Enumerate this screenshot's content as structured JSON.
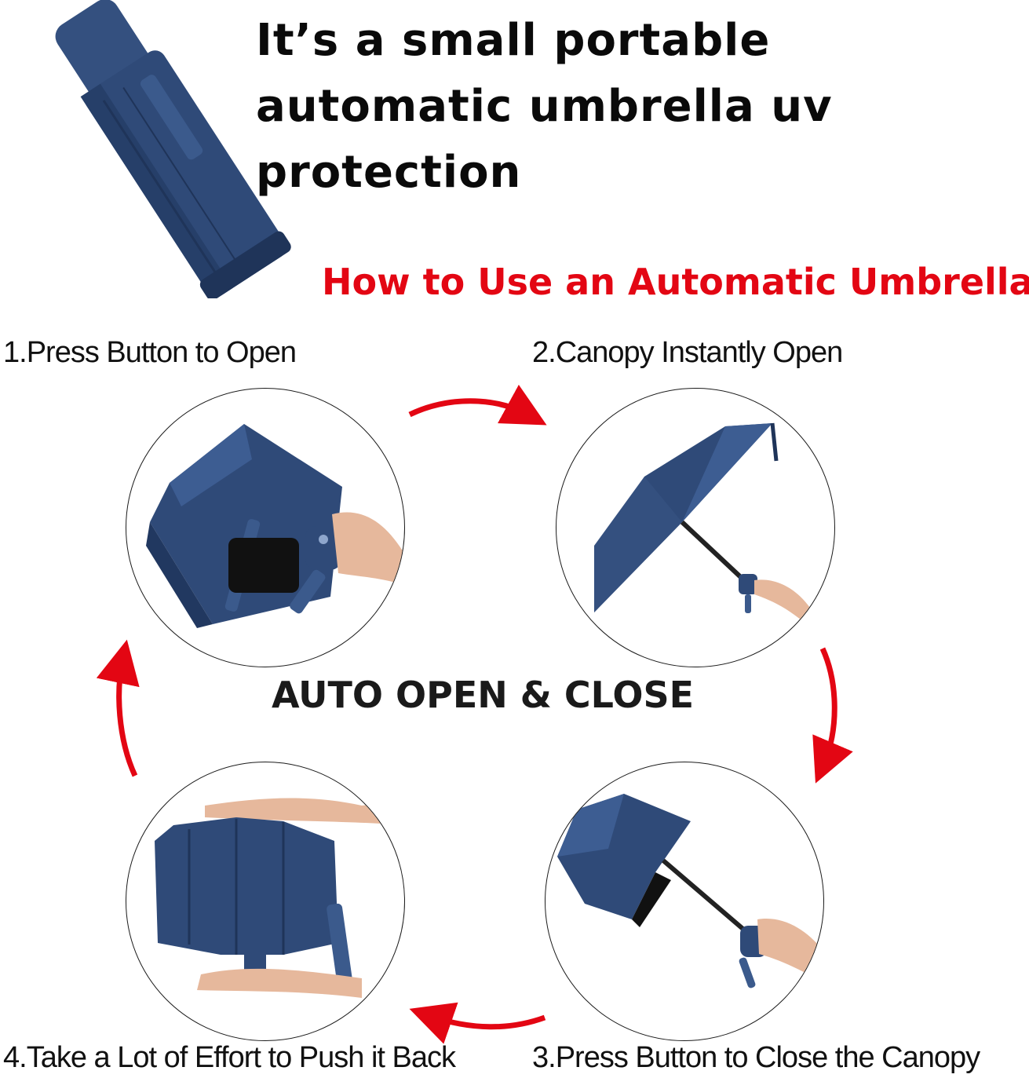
{
  "headline": "It’s a small portable automatic umbrella uv protection",
  "subheading": "How to Use an Automatic Umbrella",
  "center_caption": "AUTO OPEN & CLOSE",
  "steps": {
    "s1": "1.Press Button to Open",
    "s2": "2.Canopy Instantly Open",
    "s3": "3.Press Button to Close the Canopy",
    "s4": "4.Take a Lot of Effort to Push it Back"
  },
  "colors": {
    "umbrella": "#2f4a78",
    "umbrella_dark": "#1f3459",
    "arrow": "#e30613",
    "subheading": "#e30613",
    "skin": "#e6b89c"
  }
}
